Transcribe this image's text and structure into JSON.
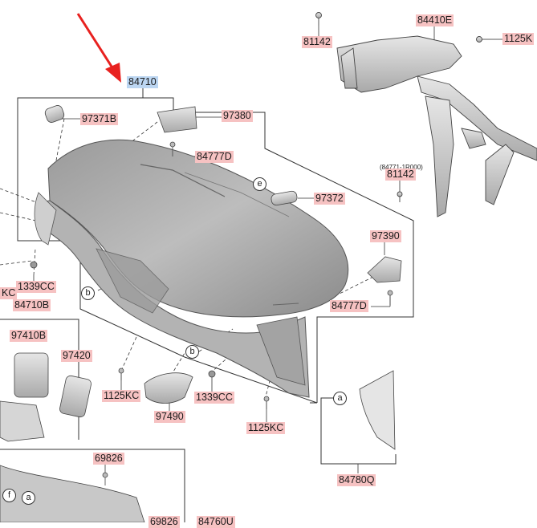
{
  "diagram": {
    "main_part": "84710",
    "part_labels": {
      "p97371B": "97371B",
      "p97380": "97380",
      "p84777D_top": "84777D",
      "p97372": "97372",
      "p97390": "97390",
      "p84777D_right": "84777D",
      "p1339CC_left": "1339CC",
      "p84710B": "84710B",
      "p97410B": "97410B",
      "p97420": "97420",
      "p1125KC_mid": "1125KC",
      "p1339CC_mid": "1339CC",
      "p97490": "97490",
      "p1125KC_low": "1125KC",
      "p84780Q": "84780Q",
      "p69826_a": "69826",
      "p69826_b": "69826",
      "p84760U": "84760U",
      "p81142_top": "81142",
      "p84410E": "84410E",
      "p1125KC_top": "1125K",
      "p81142_mid": "81142",
      "ref_note": "(84771-1R000)",
      "kc_fragment": "KC"
    },
    "callouts": {
      "e": "e",
      "b1": "b",
      "b2": "b",
      "a1": "a",
      "f": "f",
      "a2": "a"
    },
    "colors": {
      "label_bg": "#f6c2c2",
      "highlight_bg": "#bcd6f2",
      "arrow": "#e8211f"
    }
  }
}
